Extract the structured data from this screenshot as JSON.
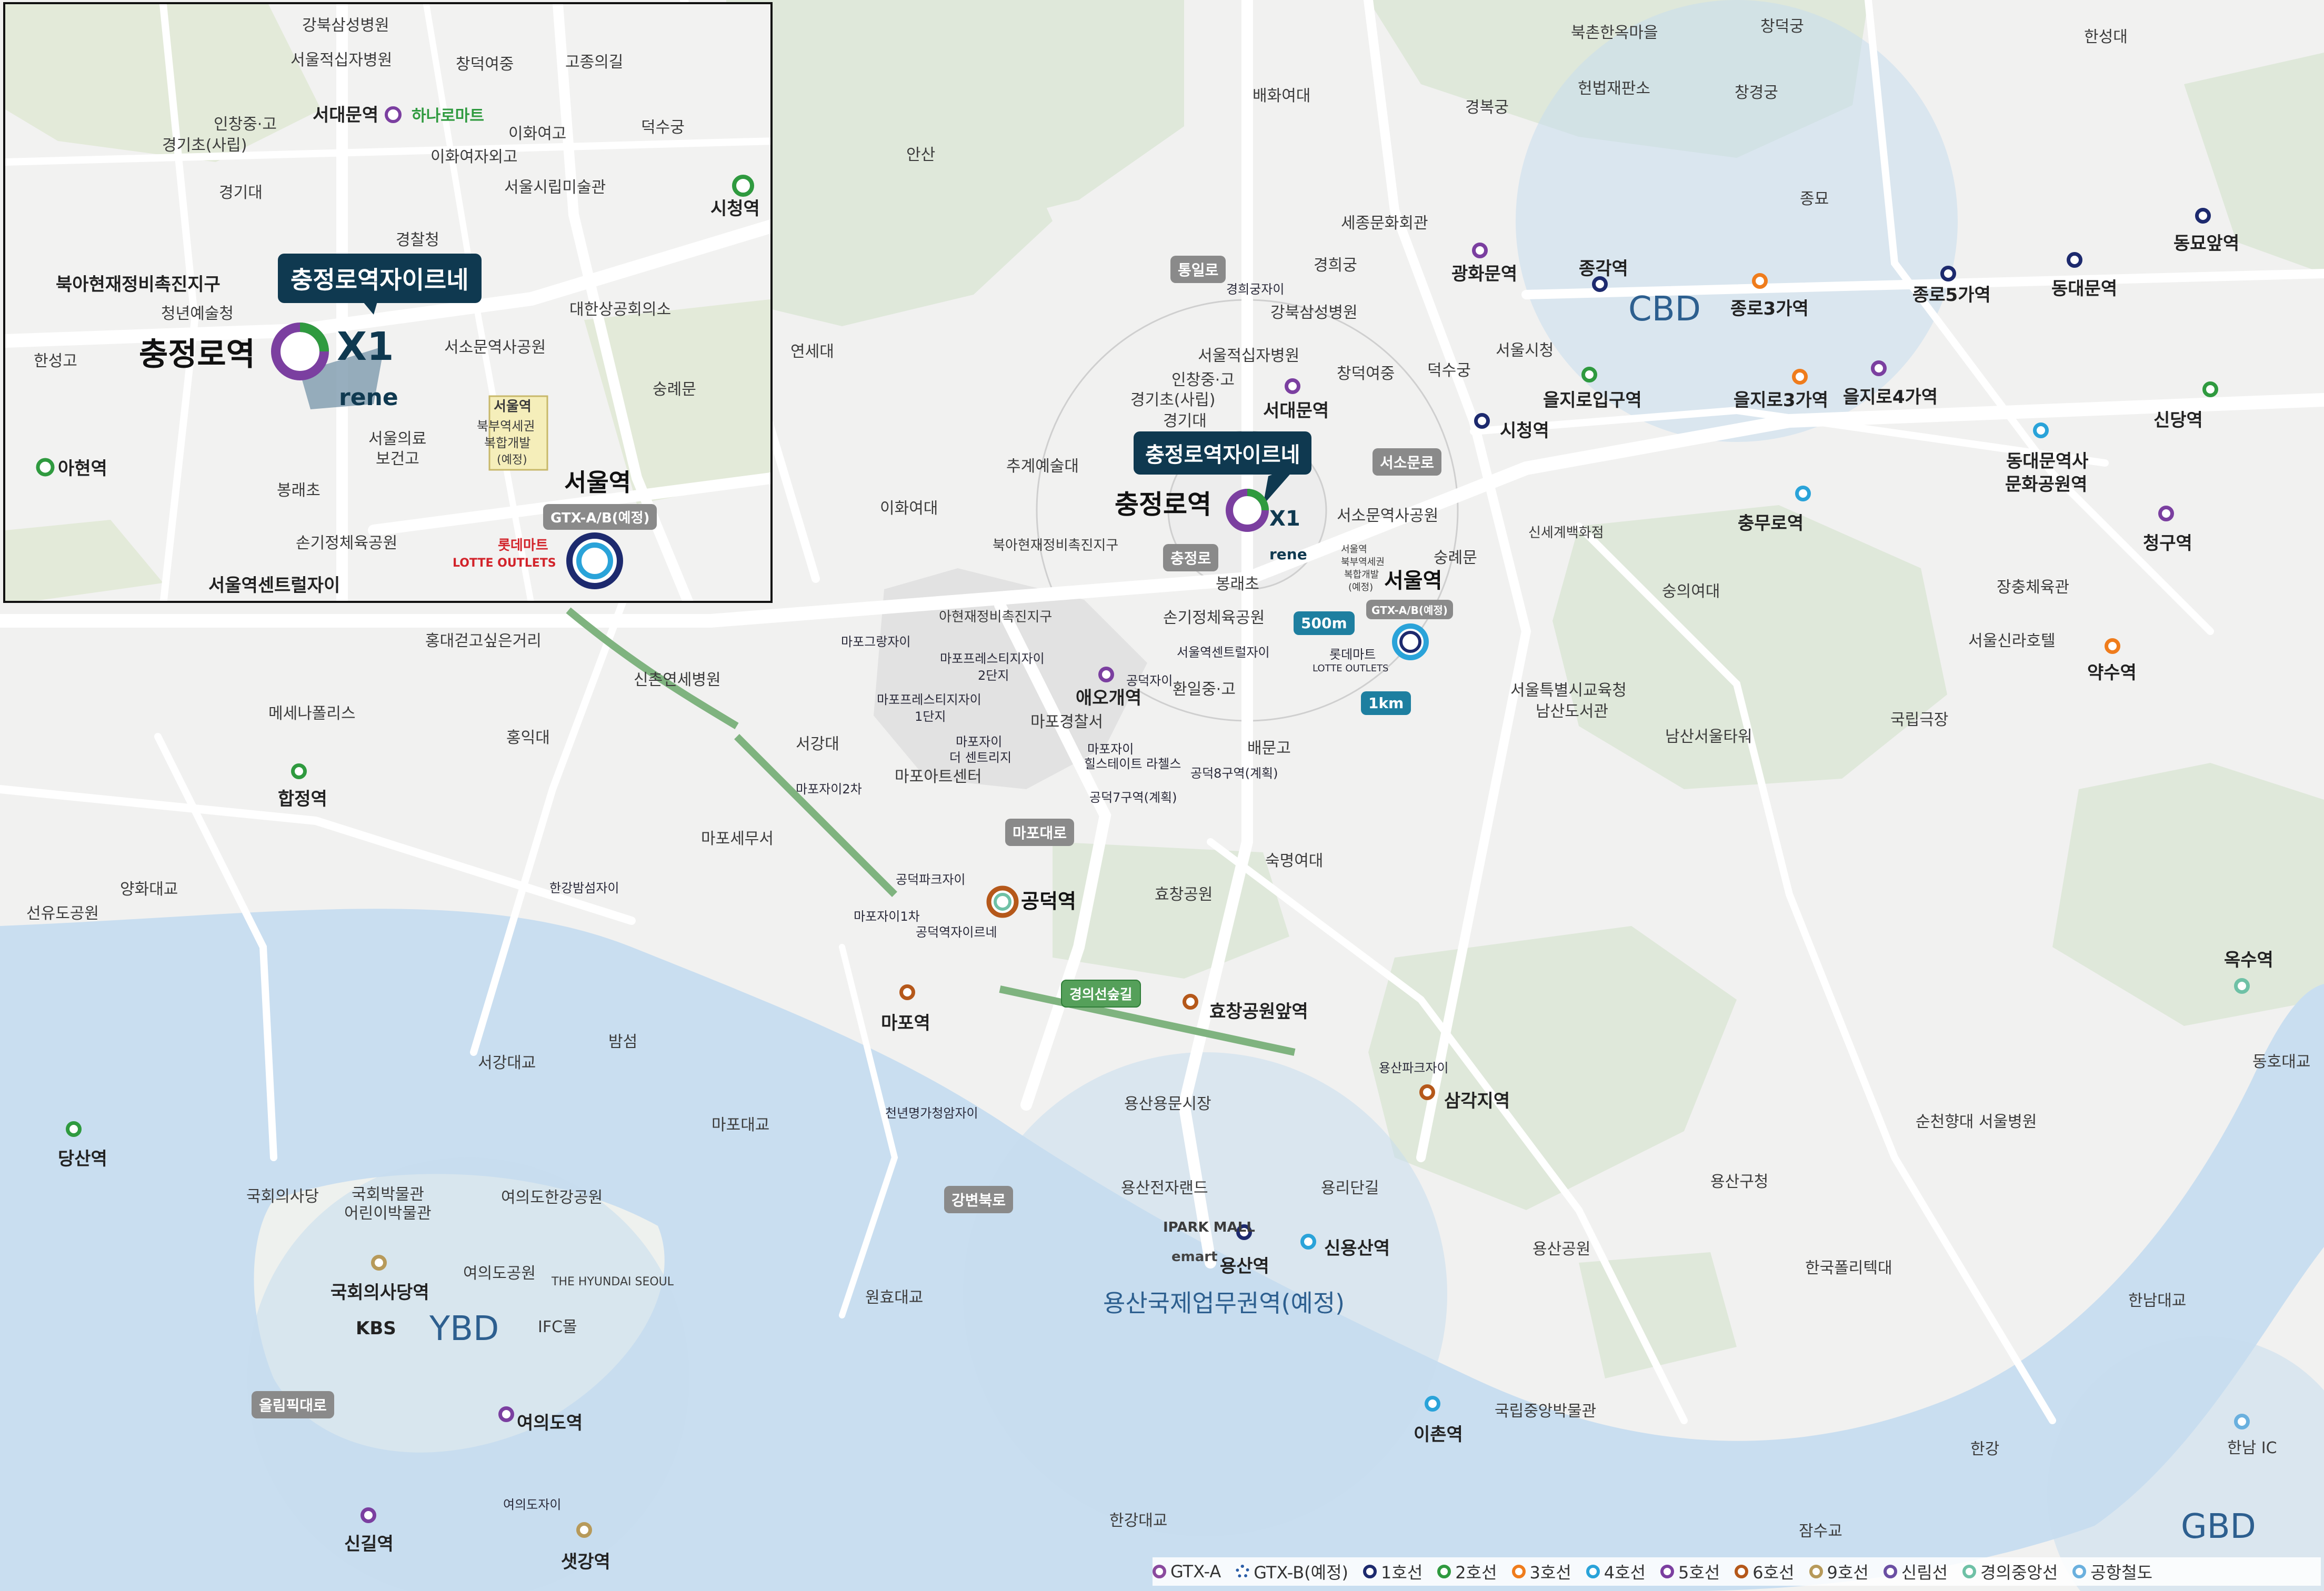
{
  "colors": {
    "gtxa": "#8a4a9e",
    "gtxb": "#2b5ea8",
    "line1": "#1d2a6e",
    "line2": "#2f9a3f",
    "line3": "#ef7c1c",
    "line4": "#2aa3d9",
    "line5": "#7b3fa0",
    "line6": "#b5581a",
    "line9": "#b79a5a",
    "sillim": "#6b4fa3",
    "gyeongui": "#6fc1a6",
    "airport": "#6ab0de",
    "river": "#c9def0",
    "green": "#dfe8da",
    "zone": "#c7dcef",
    "badge": "#0f3950"
  },
  "callout": {
    "title": "충정로역자이르네"
  },
  "brand": {
    "logo_mark": "X1",
    "logo_text": "rene"
  },
  "inset": {
    "labels": [
      {
        "t": "강북삼성병원"
      },
      {
        "t": "서울적십자병원"
      },
      {
        "t": "창덕여중"
      },
      {
        "t": "고종의길"
      },
      {
        "t": "인창중·고"
      },
      {
        "t": "경기초(사립)"
      },
      {
        "t": "서대문역"
      },
      {
        "t": "하나로마트"
      },
      {
        "t": "이화여고"
      },
      {
        "t": "덕수궁"
      },
      {
        "t": "이화여자외고"
      },
      {
        "t": "경기대"
      },
      {
        "t": "서울시립미술관"
      },
      {
        "t": "시청역"
      },
      {
        "t": "경찰청"
      },
      {
        "t": "북아현재정비촉진지구"
      },
      {
        "t": "청년예술청"
      },
      {
        "t": "대한상공회의소"
      },
      {
        "t": "서소문역사공원"
      },
      {
        "t": "한성고"
      },
      {
        "t": "충정로역"
      },
      {
        "t": "숭례문"
      },
      {
        "t": "서울의료"
      },
      {
        "t": "보건고"
      },
      {
        "t": "서울역"
      },
      {
        "t": "북부역세권"
      },
      {
        "t": "복합개발"
      },
      {
        "t": "(예정)"
      },
      {
        "t": "아현역"
      },
      {
        "t": "봉래초"
      },
      {
        "t": "서울역"
      },
      {
        "t": "GTX-A/B(예정)"
      },
      {
        "t": "손기정체육공원"
      },
      {
        "t": "롯데마트"
      },
      {
        "t": "LOTTE OUTLETS"
      },
      {
        "t": "서울역센트럴자이"
      }
    ]
  },
  "labels": [
    {
      "t": "북촌한옥마을"
    },
    {
      "t": "창덕궁"
    },
    {
      "t": "한성대"
    },
    {
      "t": "배화여대"
    },
    {
      "t": "경복궁"
    },
    {
      "t": "헌법재판소"
    },
    {
      "t": "창경궁"
    },
    {
      "t": "안산"
    },
    {
      "t": "종묘"
    },
    {
      "t": "세종문화회관"
    },
    {
      "t": "경희궁"
    },
    {
      "t": "광화문역"
    },
    {
      "t": "종각역"
    },
    {
      "t": "종로3가역"
    },
    {
      "t": "종로5가역"
    },
    {
      "t": "동대문역"
    },
    {
      "t": "동묘앞역"
    },
    {
      "t": "CBD"
    },
    {
      "t": "경희궁자이"
    },
    {
      "t": "강북삼성병원"
    },
    {
      "t": "서울적십자병원"
    },
    {
      "t": "창덕여중"
    },
    {
      "t": "인창중·고"
    },
    {
      "t": "경기초(사립)"
    },
    {
      "t": "서대문역"
    },
    {
      "t": "경기대"
    },
    {
      "t": "덕수궁"
    },
    {
      "t": "서울시청"
    },
    {
      "t": "시청역"
    },
    {
      "t": "을지로입구역"
    },
    {
      "t": "을지로3가역"
    },
    {
      "t": "을지로4가역"
    },
    {
      "t": "신당역"
    },
    {
      "t": "연세대"
    },
    {
      "t": "추계예술대"
    },
    {
      "t": "이화여대"
    },
    {
      "t": "충정로역"
    },
    {
      "t": "서소문역사공원"
    },
    {
      "t": "충무로역"
    },
    {
      "t": "동대문역사"
    },
    {
      "t": "문화공원역"
    },
    {
      "t": "신세계백화점"
    },
    {
      "t": "북아현재정비촉진지구"
    },
    {
      "t": "봉래초"
    },
    {
      "t": "서울역"
    },
    {
      "t": "숭례문"
    },
    {
      "t": "숭의여대"
    },
    {
      "t": "청구역"
    },
    {
      "t": "서울역"
    },
    {
      "t": "북부역세권"
    },
    {
      "t": "복합개발"
    },
    {
      "t": "(예정)"
    },
    {
      "t": "장충체육관"
    },
    {
      "t": "아현재정비촉진지구"
    },
    {
      "t": "손기정체육공원"
    },
    {
      "t": "서울신라호텔"
    },
    {
      "t": "홍대걷고싶은거리"
    },
    {
      "t": "마포그랑자이"
    },
    {
      "t": "마포프레스티지자이"
    },
    {
      "t": "2단지"
    },
    {
      "t": "서울역센트럴자이"
    },
    {
      "t": "롯데마트"
    },
    {
      "t": "LOTTE OUTLETS"
    },
    {
      "t": "약수역"
    },
    {
      "t": "신촌연세병원"
    },
    {
      "t": "공덕자이"
    },
    {
      "t": "환일중·고"
    },
    {
      "t": "서울특별시교육청"
    },
    {
      "t": "남산도서관"
    },
    {
      "t": "마포프레스티지자이"
    },
    {
      "t": "1단지"
    },
    {
      "t": "애오개역"
    },
    {
      "t": "메세나폴리스"
    },
    {
      "t": "남산서울타워"
    },
    {
      "t": "국립극장"
    },
    {
      "t": "홍익대"
    },
    {
      "t": "마포경찰서"
    },
    {
      "t": "마포자이"
    },
    {
      "t": "더 센트리지"
    },
    {
      "t": "마포자이"
    },
    {
      "t": "힐스테이트 라첼스"
    },
    {
      "t": "배문고"
    },
    {
      "t": "서강대"
    },
    {
      "t": "공덕8구역(계획)"
    },
    {
      "t": "합정역"
    },
    {
      "t": "마포아트센터"
    },
    {
      "t": "마포자이2차"
    },
    {
      "t": "공덕7구역(계획)"
    },
    {
      "t": "마포세무서"
    },
    {
      "t": "숙명여대"
    },
    {
      "t": "양화대교"
    },
    {
      "t": "공덕파크자이"
    },
    {
      "t": "한강밤섬자이"
    },
    {
      "t": "공덕역"
    },
    {
      "t": "효창공원"
    },
    {
      "t": "선유도공원"
    },
    {
      "t": "마포자이1차"
    },
    {
      "t": "공덕역자이르네"
    },
    {
      "t": "옥수역"
    },
    {
      "t": "효창공원앞역"
    },
    {
      "t": "마포역"
    },
    {
      "t": "밤섬"
    },
    {
      "t": "서강대교"
    },
    {
      "t": "용산파크자이"
    },
    {
      "t": "동호대교"
    },
    {
      "t": "천년명가청암자이"
    },
    {
      "t": "삼각지역"
    },
    {
      "t": "용산용문시장"
    },
    {
      "t": "마포대교"
    },
    {
      "t": "순천향대 서울병원"
    },
    {
      "t": "당산역"
    },
    {
      "t": "국회의사당"
    },
    {
      "t": "국회박물관"
    },
    {
      "t": "어린이박물관"
    },
    {
      "t": "여의도한강공원"
    },
    {
      "t": "용산전자랜드"
    },
    {
      "t": "용리단길"
    },
    {
      "t": "용산구청"
    },
    {
      "t": "용산역"
    },
    {
      "t": "신용산역"
    },
    {
      "t": "용산공원"
    },
    {
      "t": "여의도공원"
    },
    {
      "t": "THE HYUNDAI SEOUL"
    },
    {
      "t": "국회의사당역"
    },
    {
      "t": "한국폴리텍대"
    },
    {
      "t": "원효대교"
    },
    {
      "t": "용산국제업무권역(예정)"
    },
    {
      "t": "KBS"
    },
    {
      "t": "YBD"
    },
    {
      "t": "IFC몰"
    },
    {
      "t": "한남대교"
    },
    {
      "t": "이촌역"
    },
    {
      "t": "국립중앙박물관"
    },
    {
      "t": "여의도역"
    },
    {
      "t": "한강"
    },
    {
      "t": "한남 IC"
    },
    {
      "t": "여의도자이"
    },
    {
      "t": "한강대교"
    },
    {
      "t": "잠수교"
    },
    {
      "t": "GBD"
    },
    {
      "t": "신길역"
    },
    {
      "t": "샛강역"
    },
    {
      "t": "IPARK MALL"
    },
    {
      "t": "emart"
    }
  ],
  "tags": [
    {
      "t": "통일로"
    },
    {
      "t": "서소문로"
    },
    {
      "t": "충정로"
    },
    {
      "t": "500m"
    },
    {
      "t": "GTX-A/B(예정)"
    },
    {
      "t": "1km"
    },
    {
      "t": "마포대로"
    },
    {
      "t": "경의선숲길"
    },
    {
      "t": "강변북로"
    },
    {
      "t": "올림픽대로"
    }
  ],
  "legend": [
    {
      "name": "GTX-A",
      "color": "#8a4a9e"
    },
    {
      "name": "GTX-B(예정)",
      "color": "#2b5ea8"
    },
    {
      "name": "1호선",
      "color": "#1d2a6e"
    },
    {
      "name": "2호선",
      "color": "#2f9a3f"
    },
    {
      "name": "3호선",
      "color": "#ef7c1c"
    },
    {
      "name": "4호선",
      "color": "#2aa3d9"
    },
    {
      "name": "5호선",
      "color": "#7b3fa0"
    },
    {
      "name": "6호선",
      "color": "#b5581a"
    },
    {
      "name": "9호선",
      "color": "#b79a5a"
    },
    {
      "name": "신림선",
      "color": "#6b4fa3"
    },
    {
      "name": "경의중앙선",
      "color": "#6fc1a6"
    },
    {
      "name": "공항철도",
      "color": "#6ab0de"
    }
  ]
}
